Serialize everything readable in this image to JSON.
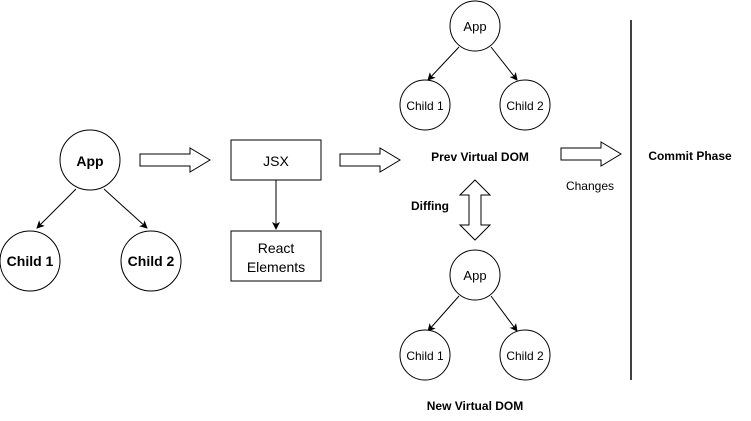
{
  "colors": {
    "stroke": "#000000",
    "fill": "#ffffff",
    "text": "#000000"
  },
  "left_tree": {
    "root": "App",
    "child1": "Child 1",
    "child2": "Child 2"
  },
  "jsx_box": {
    "label": "JSX"
  },
  "react_elements_box": {
    "line1": "React",
    "line2": "Elements"
  },
  "prev_tree": {
    "root": "App",
    "child1": "Child 1",
    "child2": "Child 2",
    "caption": "Prev Virtual DOM"
  },
  "new_tree": {
    "root": "App",
    "child1": "Child 1",
    "child2": "Child 2",
    "caption": "New Virtual DOM"
  },
  "diffing_label": "Diffing",
  "changes_label": "Changes",
  "commit_label": "Commit Phase"
}
